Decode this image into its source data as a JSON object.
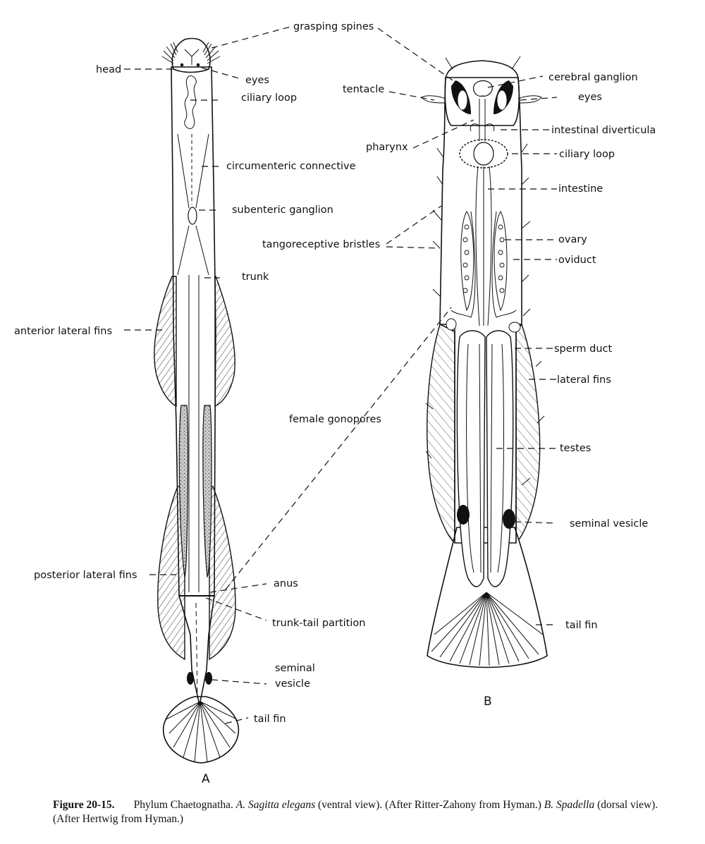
{
  "figure": {
    "subfigures": [
      "A",
      "B"
    ],
    "labels_a": {
      "grasping_spines": "grasping spines",
      "head": "head",
      "eyes": "eyes",
      "ciliary_loop": "ciliary loop",
      "circumenteric": "circumenteric connective",
      "subenteric": "subenteric ganglion",
      "trunk": "trunk",
      "anterior_fins": "anterior lateral fins",
      "female_gonopores": "female gonopores",
      "posterior_fins": "posterior lateral fins",
      "anus": "anus",
      "partition": "trunk-tail partition",
      "seminal_1": "seminal",
      "seminal_2": "vesicle",
      "tail_fin": "tail fin"
    },
    "labels_b": {
      "cerebral": "cerebral ganglion",
      "tentacle": "tentacle",
      "eyes": "eyes",
      "diverticula": "intestinal diverticula",
      "pharynx": "pharynx",
      "ciliary_loop": "ciliary loop",
      "intestine": "intestine",
      "tango": "tangoreceptive bristles",
      "ovary": "ovary",
      "oviduct": "oviduct",
      "sperm_duct": "sperm duct",
      "lateral_fins": "lateral fins",
      "testes": "testes",
      "seminal": "seminal vesicle",
      "tail_fin": "tail fin"
    },
    "caption": {
      "number": "Figure 20-15.",
      "text_1": "Phylum Chaetognatha.",
      "a_letter": "A.",
      "a_species": "Sagitta elegans",
      "a_rest": "(ventral view). (After Ritter-Zahony from Hyman.)",
      "b_letter": "B.",
      "b_species": "Spadella",
      "b_rest": "(dorsal view). (After Hertwig from Hyman.)"
    }
  }
}
